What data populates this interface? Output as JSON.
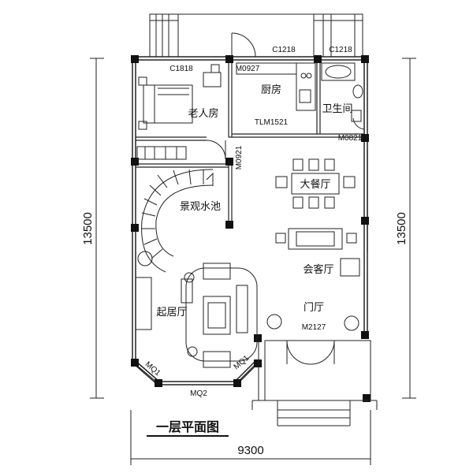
{
  "plan": {
    "title": "一层平面图",
    "dimensions": {
      "width": "9300",
      "height_left": "13500",
      "height_right": "13500"
    },
    "rooms": {
      "elder_room": "老人房",
      "kitchen": "厨房",
      "bathroom": "卫生间",
      "pond": "景观水池",
      "dining": "大餐厅",
      "guest": "会客厅",
      "living": "起居厅",
      "foyer": "门厅"
    },
    "codes": {
      "c1818": "C1818",
      "m0927": "M0927",
      "c1218_a": "C1218",
      "c1218_b": "C1218",
      "tlm1521": "TLM1521",
      "m0821": "M0821",
      "m0921": "M0921",
      "m2127": "M2127",
      "mq1_a": "MQ1",
      "mq1_b": "MQ1",
      "mq2": "MQ2"
    }
  }
}
